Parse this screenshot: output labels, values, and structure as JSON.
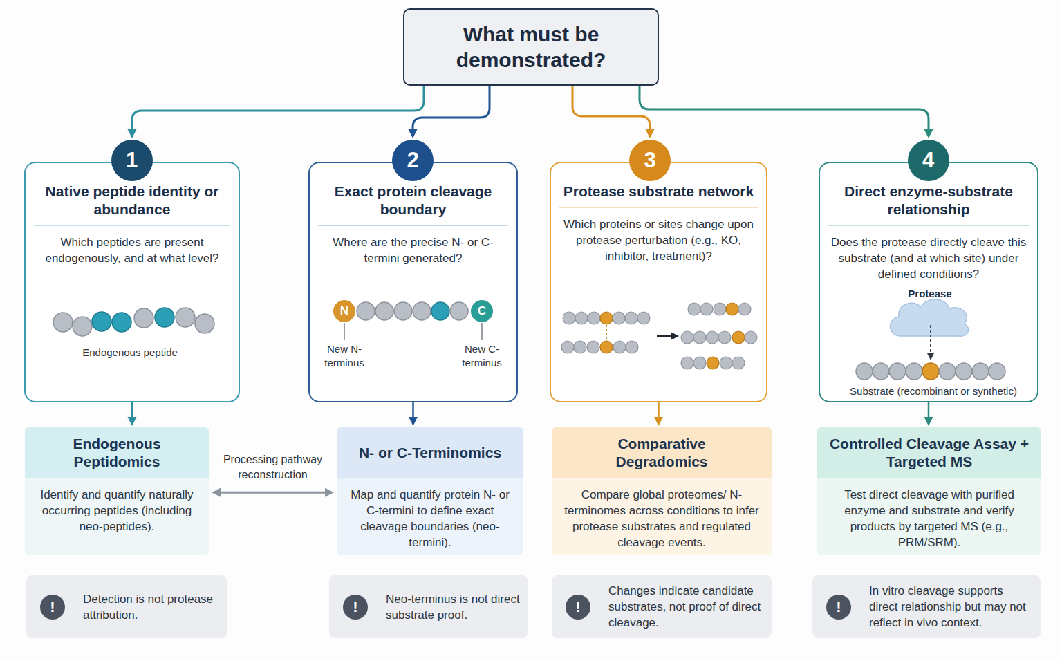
{
  "diagram": {
    "nodes": [
      {
        "text": [
          "What must be demonstrated?"
        ]
      },
      {
        "text": [
          "Native peptide identity or abundance",
          "Which peptides are present endogenously, and at what level?"
        ]
      },
      {
        "text": [
          "1"
        ],
        "in": 1
      },
      {
        "text": [
          "Exact protein cleavage boundary",
          "Where are the precise N- or C-termini generated?"
        ]
      },
      {
        "text": [
          "2"
        ],
        "in": 3
      },
      {
        "text": [
          "N"
        ],
        "in": 3
      },
      {
        "text": [
          "C"
        ],
        "in": 3
      },
      {
        "text": [
          "Protease substrate network",
          "Which proteins or sites change upon protease perturbation (e.g., KO, inhibitor, treatment)?"
        ]
      },
      {
        "text": [
          "3"
        ],
        "in": 7
      },
      {
        "text": [
          "Direct enzyme-substrate relationship",
          "Does the protease directly cleave this substrate (and at which site) under defined conditions?"
        ]
      },
      {
        "text": [
          "4"
        ],
        "in": 9
      },
      {
        "text": [
          "Endogenous Peptidomics",
          "Identify and quantify naturally occurring peptides (including neo-peptides)."
        ]
      },
      {
        "text": [
          "N- or C-Terminomics",
          "Map and quantify protein N- or C-termini to define exact cleavage boundaries (neo-termini)."
        ]
      },
      {
        "text": [
          "Comparative Degradomics",
          "Compare global proteomes/ N-terminomes across conditions to infer protease substrates and regulated cleavage events."
        ]
      },
      {
        "text": [
          "Controlled Cleavage Assay + Targeted MS",
          "Test direct cleavage with purified enzyme and substrate and verify products by targeted MS (e.g., PRM/SRM)."
        ]
      },
      {
        "text": [
          "Detection is not protease attribution."
        ]
      },
      {
        "text": [
          "!"
        ],
        "in": 15
      },
      {
        "text": [
          "Neo-terminus is not direct substrate proof."
        ]
      },
      {
        "text": [
          "!"
        ],
        "in": 17
      },
      {
        "text": [
          "Changes indicate candidate substrates, not proof of direct cleavage."
        ]
      },
      {
        "text": [
          "!"
        ],
        "in": 19
      },
      {
        "text": [
          "In vitro cleavage supports direct relationship but may not reflect in vivo context."
        ]
      },
      {
        "text": [
          "!"
        ],
        "in": 21
      }
    ],
    "edges": [
      {
        "from": 0,
        "to": 1,
        "arrow": "to"
      },
      {
        "from": 0,
        "to": 3,
        "arrow": "to"
      },
      {
        "from": 0,
        "to": 7,
        "arrow": "to"
      },
      {
        "from": 0,
        "to": 9,
        "arrow": "to"
      },
      {
        "from": 1,
        "to": 11,
        "arrow": "to"
      },
      {
        "from": 3,
        "to": 12,
        "arrow": "to"
      },
      {
        "from": 7,
        "to": 13,
        "arrow": "to"
      },
      {
        "from": 9,
        "to": 14,
        "arrow": "to"
      },
      {
        "from": 11,
        "to": 12,
        "label": "Processing pathway reconstruction",
        "arrow": "both"
      }
    ],
    "labels": [
      "Endogenous peptide",
      "New N-terminus",
      "New C-terminus",
      "Protease",
      "Substrate (recombinant or synthetic)"
    ]
  }
}
